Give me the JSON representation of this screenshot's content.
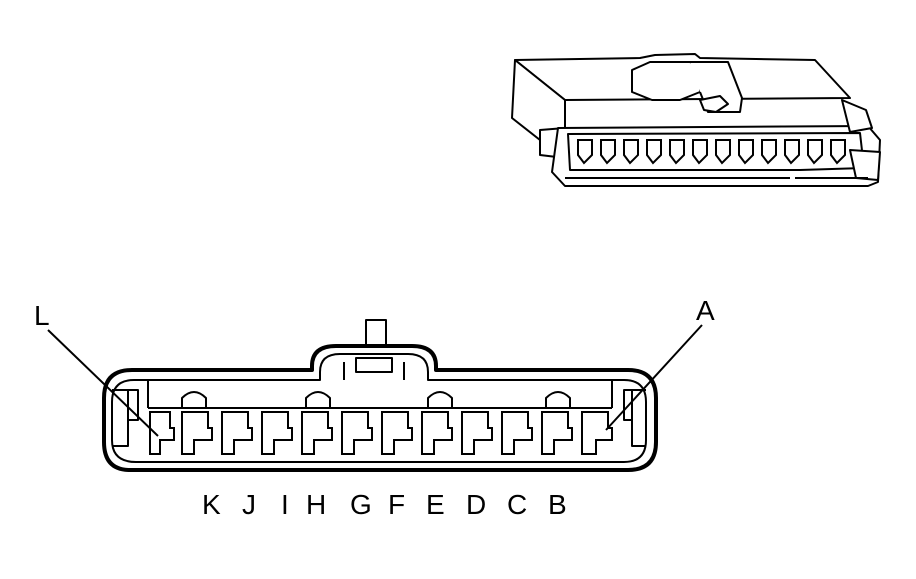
{
  "diagram": {
    "callouts": {
      "left_end": "L",
      "right_end": "A"
    },
    "pin_labels": [
      "K",
      "J",
      "I",
      "H",
      "G",
      "F",
      "E",
      "D",
      "C",
      "B"
    ],
    "colors": {
      "line": "#000000",
      "background": "#ffffff"
    }
  }
}
